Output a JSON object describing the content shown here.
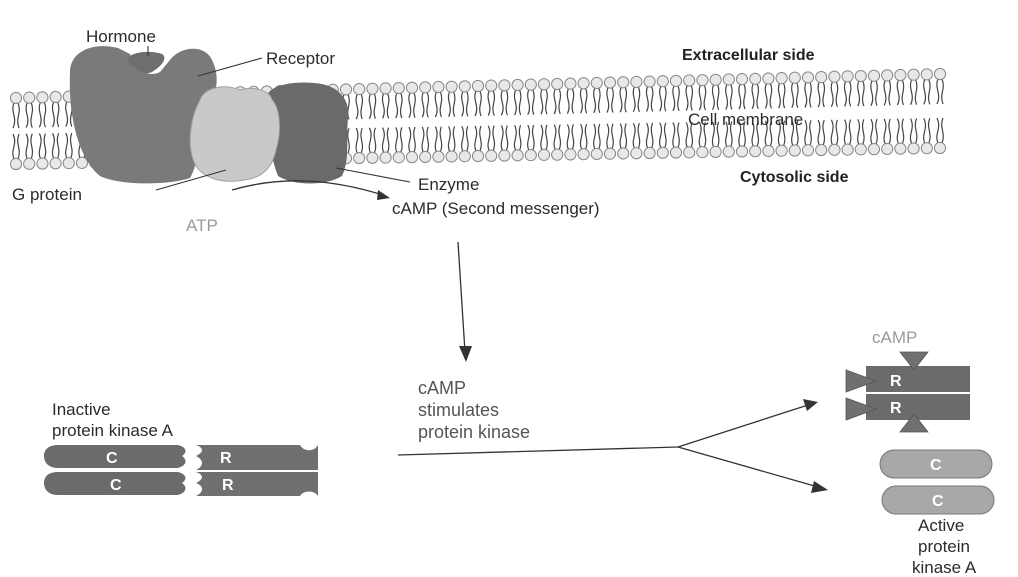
{
  "labels": {
    "hormone": "Hormone",
    "receptor": "Receptor",
    "extracellular": "Extracellular side",
    "cell_membrane": "Cell membrane",
    "cytosolic": "Cytosolic side",
    "g_protein": "G protein",
    "enzyme": "Enzyme",
    "atp": "ATP",
    "camp_second": "cAMP  (Second messenger)",
    "inactive_line1": "Inactive",
    "inactive_line2": "protein kinase A",
    "stim_line1": "cAMP",
    "stim_line2": "stimulates",
    "stim_line3": "protein kinase",
    "camp_top": "cAMP",
    "active_line1": "Active",
    "active_line2": "protein",
    "active_line3": "kinase A"
  },
  "subunits": {
    "catalytic": "C",
    "regulatory": "R"
  },
  "colors": {
    "hormone": "#6e6e6e",
    "receptor": "#7a7a7a",
    "g_protein": "#c9c9c9",
    "enzyme": "#6a6a6a",
    "kinase": "#6b6b6b",
    "active_catalytic": "#a8a8a8",
    "camp_triangle": "#707070"
  },
  "icons": {
    "membrane": "phospholipid-bilayer",
    "arrows": "pathway-arrows"
  }
}
